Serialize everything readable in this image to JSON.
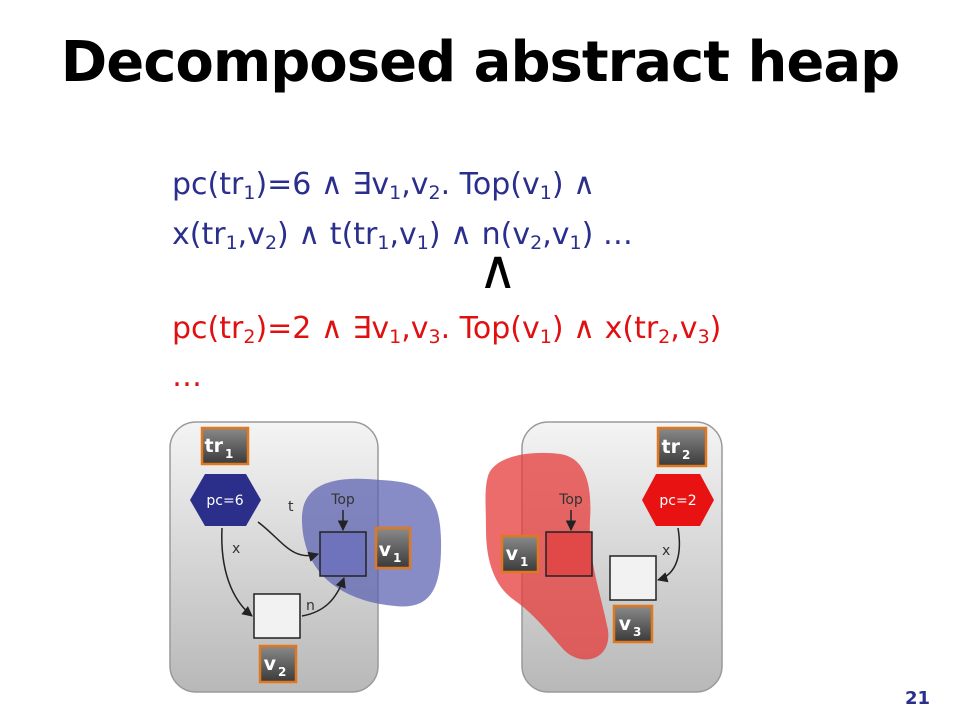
{
  "title": "Decomposed abstract heap",
  "formula_blue": {
    "line1": {
      "p1": "pc(tr",
      "s1": "1",
      "p2": ")=6 ",
      "and1": "∧",
      "p3": " ∃v",
      "s2": "1",
      "p4": ",v",
      "s3": "2",
      "p5": ". Top(v",
      "s4": "1",
      "p6": ") ",
      "and2": "∧"
    },
    "line2": {
      "p1": "x(tr",
      "s1": "1",
      "p2": ",v",
      "s2": "2",
      "p3": ") ",
      "and1": "∧",
      "p4": " t(tr",
      "s3": "1",
      "p5": ",v",
      "s4": "1",
      "p6": ") ",
      "and2": "∧",
      "p7": " n(v",
      "s5": "2",
      "p8": ",v",
      "s6": "1",
      "p9": ") …"
    }
  },
  "big_wedge": "∧",
  "formula_red": {
    "line1": {
      "p1": "pc(tr",
      "s1": "2",
      "p2": ")=2 ",
      "and1": "∧",
      "p3": " ∃v",
      "s2": "1",
      "p4": ",v",
      "s3": "3",
      "p5": ". Top(v",
      "s4": "1",
      "p6": ") ",
      "and2": "∧",
      "p7": " x(tr",
      "s5": "2",
      "p8": ",v",
      "s6": "3",
      "p9": ")"
    },
    "line2": "…"
  },
  "left_diagram": {
    "thread_tag": "tr",
    "thread_sub": "1",
    "pc_label": "pc=6",
    "edge_t": "t",
    "edge_x": "x",
    "edge_n": "n",
    "top_label": "Top",
    "v1_tag": "v",
    "v1_sub": "1",
    "v2_tag": "v",
    "v2_sub": "2",
    "colors": {
      "pc": "#2b2f8a",
      "region": "#5a5fb0"
    }
  },
  "right_diagram": {
    "thread_tag": "tr",
    "thread_sub": "2",
    "pc_label": "pc=2",
    "edge_x": "x",
    "top_label": "Top",
    "v1_tag": "v",
    "v1_sub": "1",
    "v3_tag": "v",
    "v3_sub": "3",
    "colors": {
      "pc": "#e81212",
      "region": "#e63b3b"
    }
  },
  "page_number": "21"
}
